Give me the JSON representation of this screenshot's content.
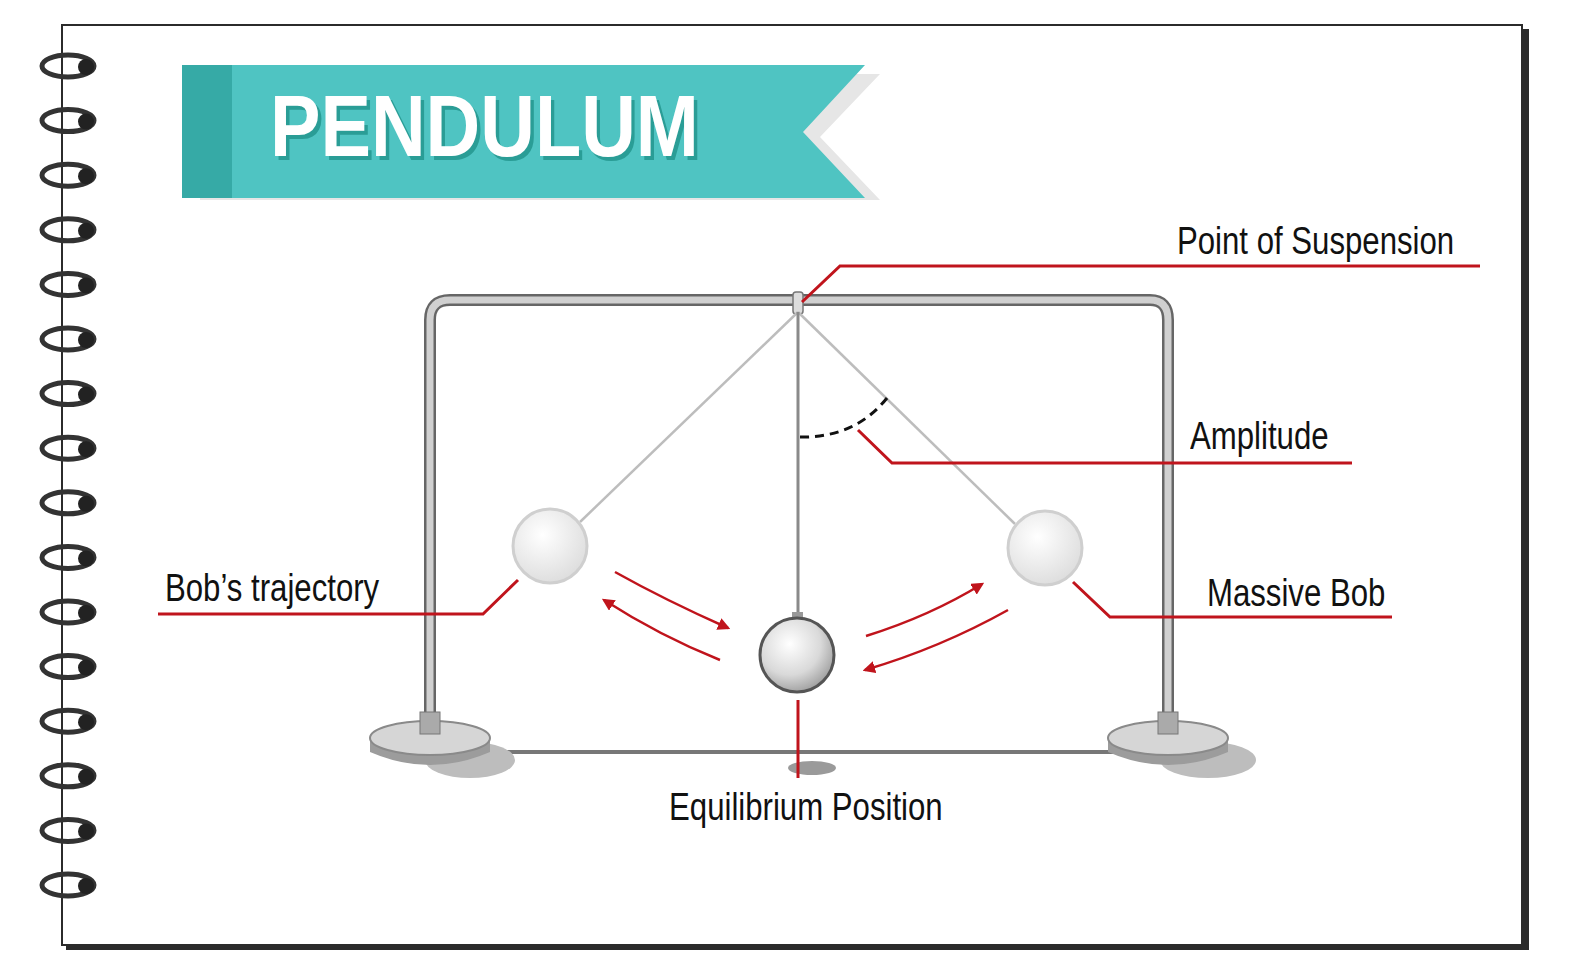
{
  "diagram": {
    "title": "PENDULUM",
    "labels": [
      "Point of Suspension",
      "Amplitude",
      "Bob’s trajectory",
      "Massive Bob",
      "Equilibrium Position"
    ]
  }
}
